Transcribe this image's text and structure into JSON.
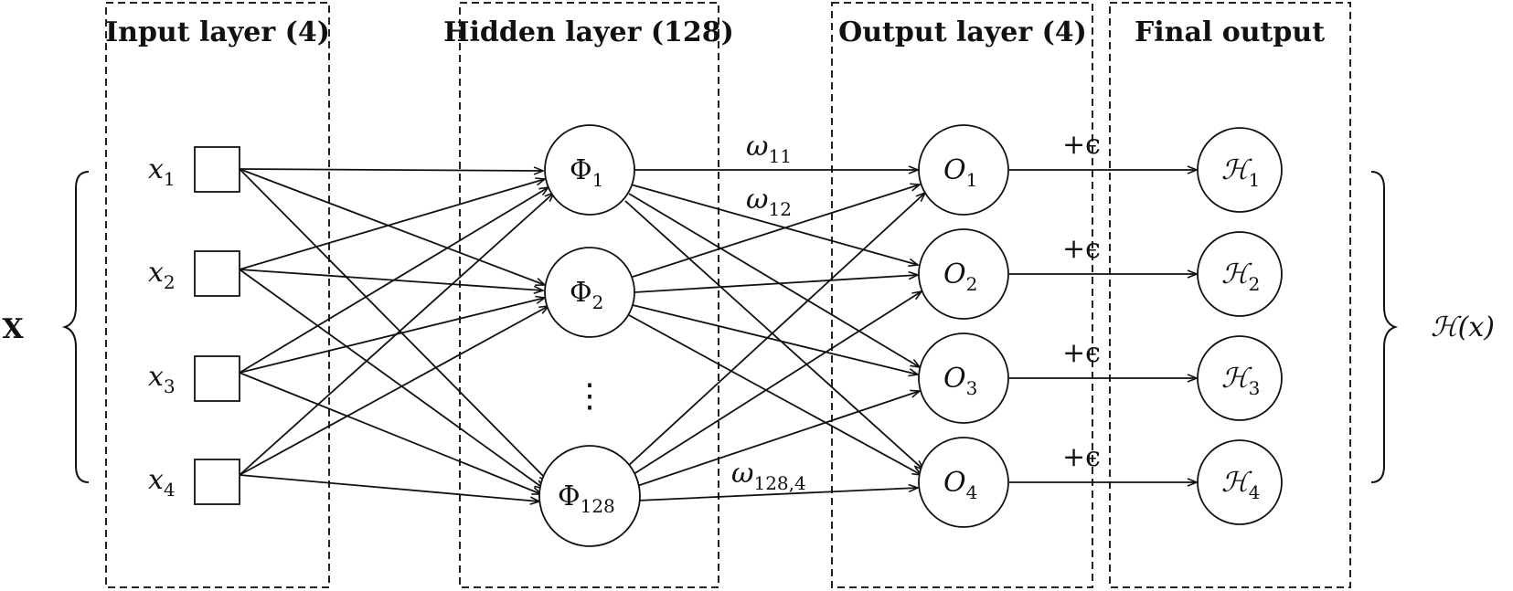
{
  "layers": [
    {
      "title": "Input layer (4)"
    },
    {
      "title": "Hidden layer (128)"
    },
    {
      "title": "Output layer (4)"
    },
    {
      "title": "Final output"
    }
  ],
  "input_nodes": [
    {
      "base": "x",
      "sub": "1"
    },
    {
      "base": "x",
      "sub": "2"
    },
    {
      "base": "x",
      "sub": "3"
    },
    {
      "base": "x",
      "sub": "4"
    }
  ],
  "hidden_nodes": [
    {
      "base": "Φ",
      "sub": "1"
    },
    {
      "base": "Φ",
      "sub": "2"
    },
    {
      "base": "Φ",
      "sub": "128"
    }
  ],
  "hidden_ellipsis": "⋮",
  "output_nodes": [
    {
      "base": "O",
      "sub": "1"
    },
    {
      "base": "O",
      "sub": "2"
    },
    {
      "base": "O",
      "sub": "3"
    },
    {
      "base": "O",
      "sub": "4"
    }
  ],
  "final_nodes": [
    {
      "base": "ℋ",
      "sub": "1"
    },
    {
      "base": "ℋ",
      "sub": "2"
    },
    {
      "base": "ℋ",
      "sub": "3"
    },
    {
      "base": "ℋ",
      "sub": "4"
    }
  ],
  "weights": [
    {
      "base": "ω",
      "sub": "11"
    },
    {
      "base": "ω",
      "sub": "12"
    },
    {
      "base": "ω",
      "sub": "128,4"
    }
  ],
  "epsilon_label": "+ϵ",
  "input_vector_label": "X",
  "output_vector_label": "ℋ(x)"
}
